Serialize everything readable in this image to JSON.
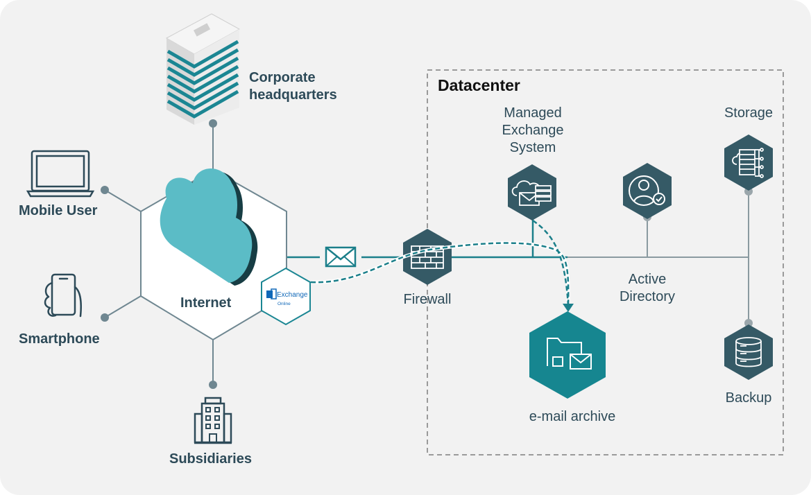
{
  "labels": {
    "corporate": "Corporate\nheadquarters",
    "mobile_user": "Mobile User",
    "smartphone": "Smartphone",
    "subsidiaries": "Subsidiaries",
    "internet": "Internet",
    "exchange_brand": "Exchange",
    "exchange_sub": "Online",
    "firewall": "Firewall",
    "datacenter": "Datacenter",
    "managed_exchange": "Managed\nExchange\nSystem",
    "storage": "Storage",
    "active_directory": "Active\nDirectory",
    "email_archive": "e-mail archive",
    "backup": "Backup"
  },
  "icons": {
    "building": "building-icon",
    "laptop": "laptop-icon",
    "phone": "smartphone-icon",
    "subsidiary": "office-building-icon",
    "cloud": "cloud-icon",
    "envelope": "envelope-icon",
    "firewall": "firewall-icon",
    "managed_exchange": "cloud-mail-server-icon",
    "active_directory": "user-check-icon",
    "storage": "server-storage-icon",
    "archive": "folder-mail-icon",
    "backup": "database-icon"
  },
  "colors": {
    "background": "#f2f2f2",
    "dark_teal": "#355a66",
    "teal": "#1b8693",
    "cloud": "#5bbcc6",
    "line": "#7a8a92",
    "text": "#2d4a58"
  }
}
